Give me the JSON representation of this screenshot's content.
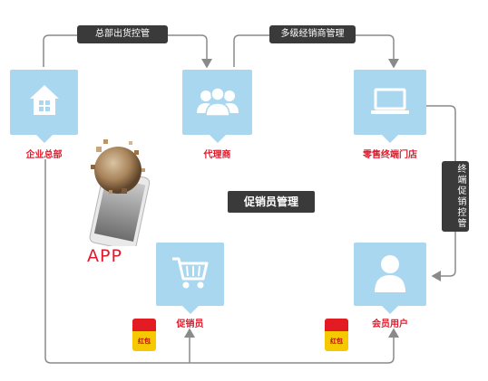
{
  "nodes": {
    "headquarters": {
      "label": "企业总部",
      "icon": "house-icon"
    },
    "agent": {
      "label": "代理商",
      "icon": "people-icon"
    },
    "retail_store": {
      "label": "零售终端门店",
      "icon": "laptop-icon"
    },
    "promoter": {
      "label": "促销员",
      "icon": "shopping-cart-icon"
    },
    "member": {
      "label": "会员用户",
      "icon": "user-icon"
    }
  },
  "flows": {
    "hq_to_agent": "总部出货控管",
    "agent_to_store": "多级经销商管理",
    "store_to_member": "终端促销控管"
  },
  "center_title": "促销员管理",
  "app_label": "APP",
  "red_packet": {
    "label": "红包"
  },
  "colors": {
    "tile": "#a9d7f0",
    "label_red": "#e0192b",
    "tag_dark": "#3a3a3a",
    "line": "#8a8a8a"
  }
}
